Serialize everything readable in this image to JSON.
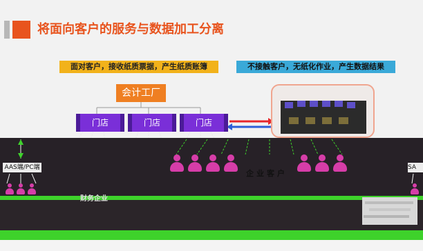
{
  "title": {
    "text": "将面向客户的服务与数据加工分离"
  },
  "banners": {
    "left": "面对客户，接收纸质票据，产生纸质账簿",
    "right": "不接触客户，无纸化作业，产生数据结果"
  },
  "factory": {
    "label": "会计工厂"
  },
  "stores": [
    {
      "label": "门店"
    },
    {
      "label": "门店"
    },
    {
      "label": "门店"
    }
  ],
  "saas": {
    "left_label": "AAS端/PC端",
    "right_label": "SA"
  },
  "enterprise": {
    "label": "企业客户"
  },
  "overlay": {
    "label": "财务企业"
  },
  "colors": {
    "accent": "#e8541e",
    "banner_yellow": "#f2b21b",
    "banner_blue": "#3aa9d8",
    "store_purple": "#7a2fd8",
    "customer_magenta": "#d63da8",
    "arrow_red": "#e8262b",
    "arrow_blue": "#2d5fd8",
    "green": "#3ed22b"
  },
  "icons": {
    "arrow_pair": "double-arrow-icon",
    "person": "person-icon"
  }
}
